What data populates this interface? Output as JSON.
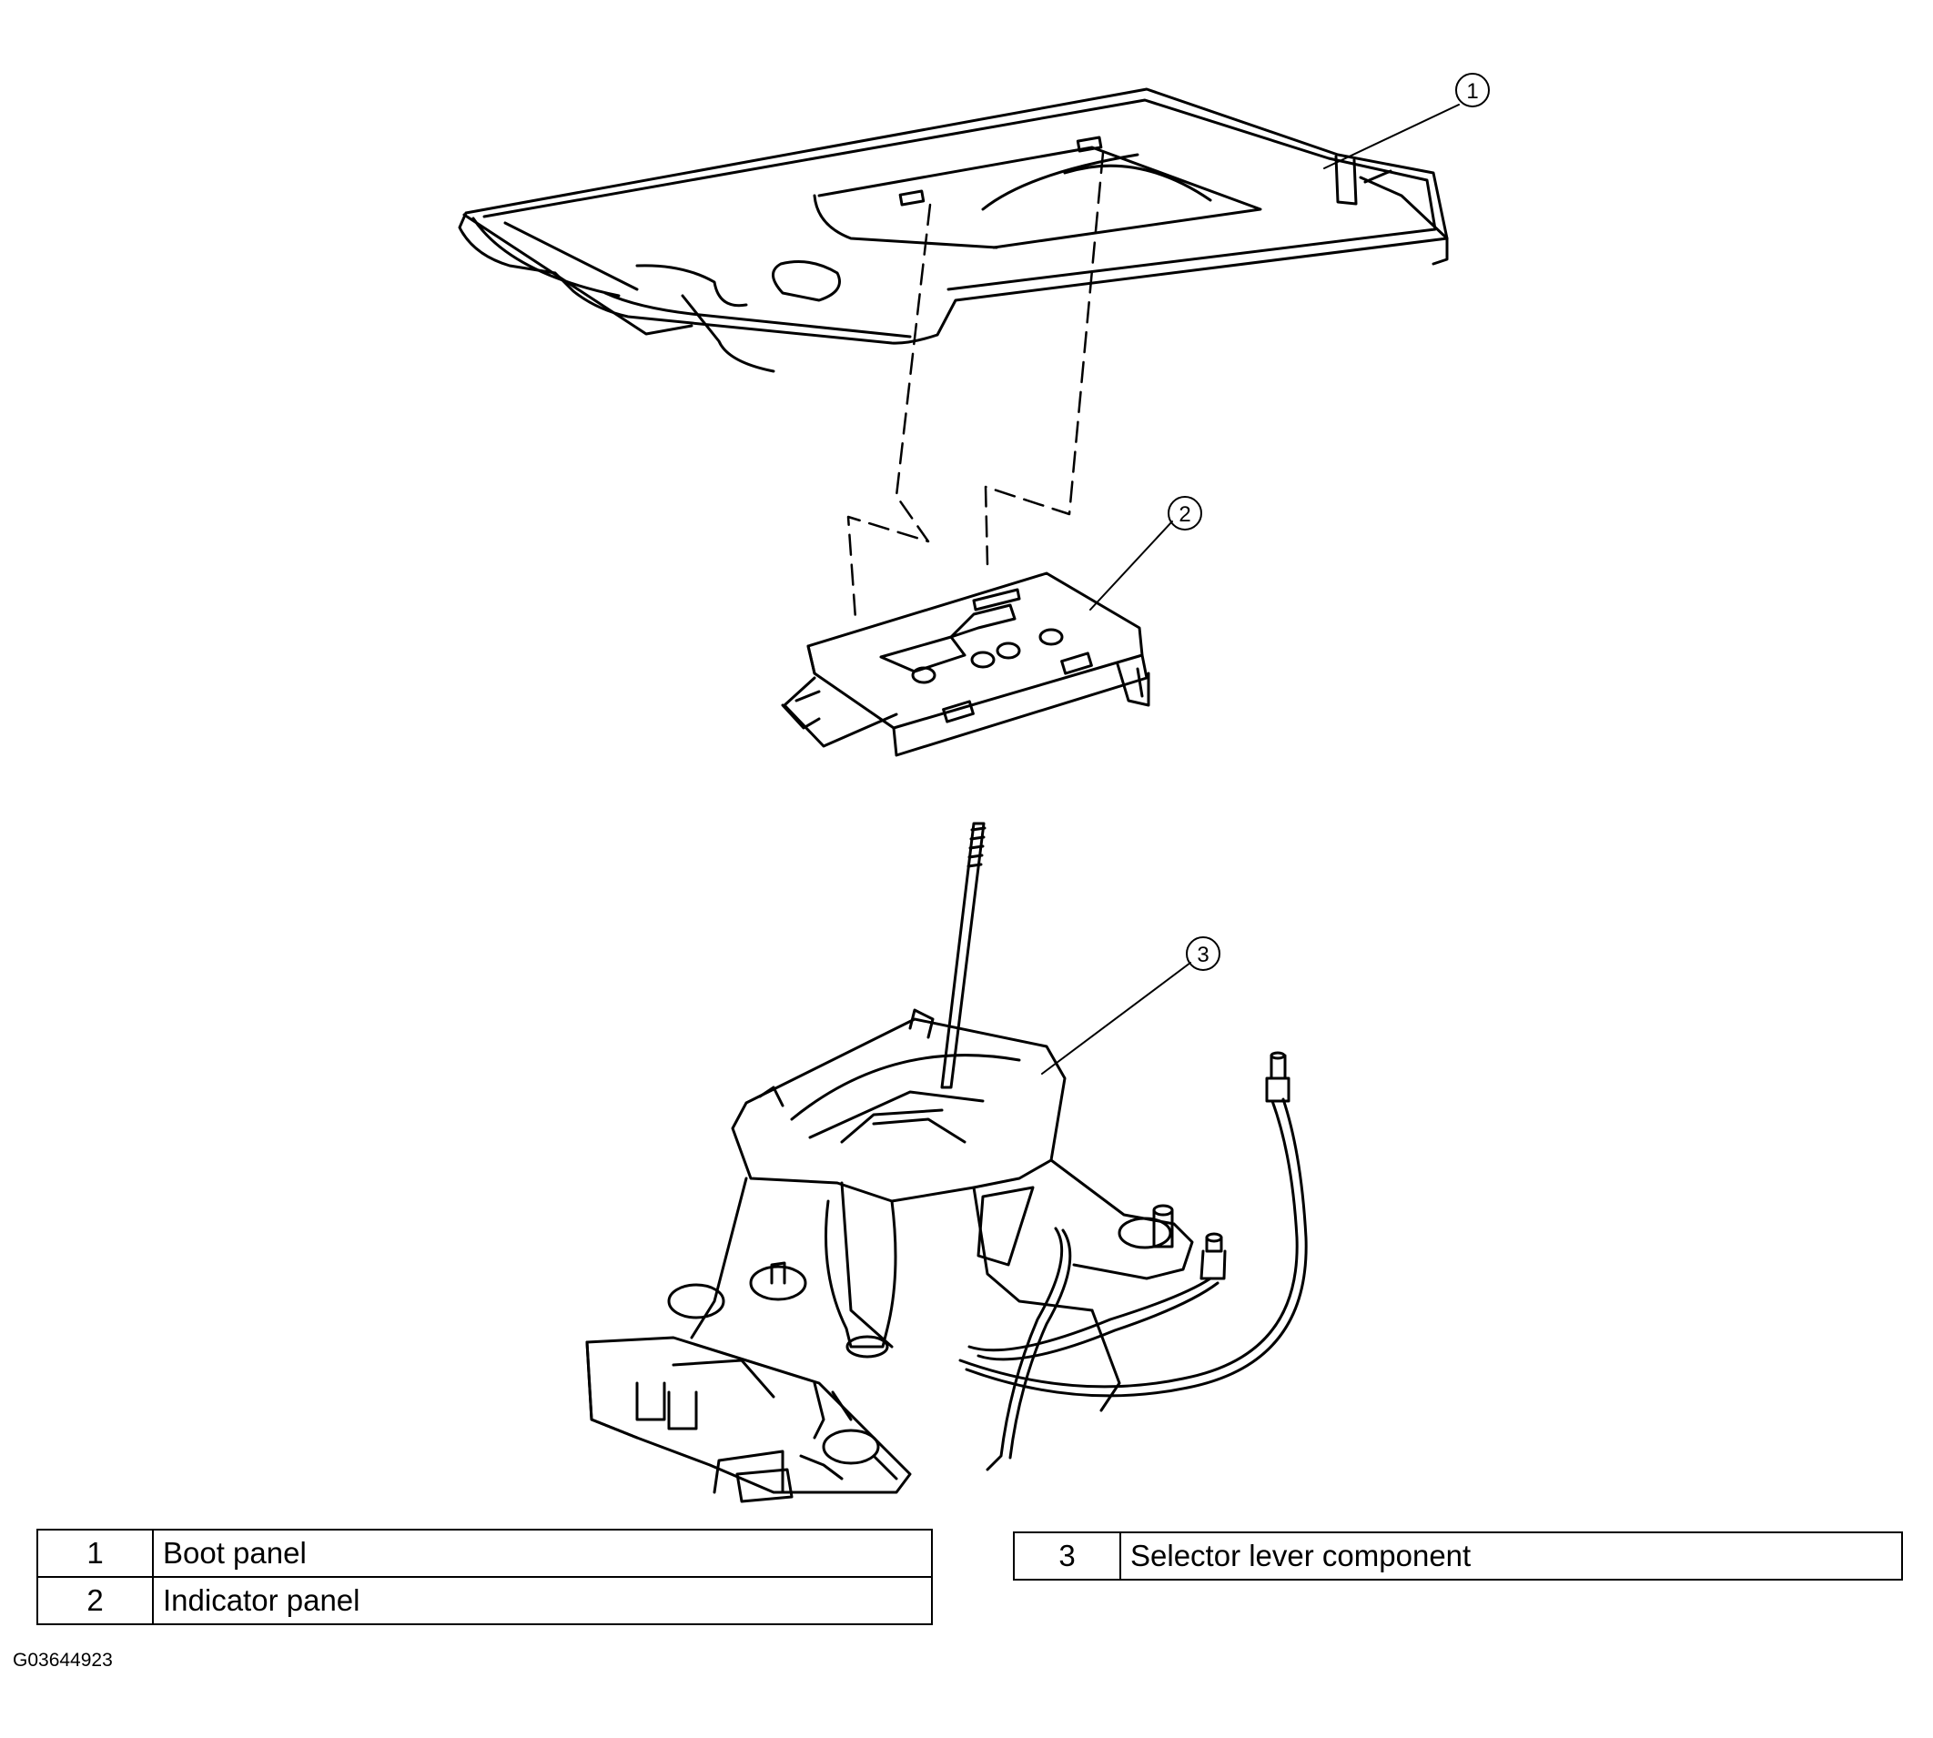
{
  "callouts": [
    {
      "number": "1"
    },
    {
      "number": "2"
    },
    {
      "number": "3"
    }
  ],
  "legend": {
    "left_rows": [
      {
        "number": "1",
        "label": "Boot panel"
      },
      {
        "number": "2",
        "label": "Indicator panel"
      }
    ],
    "right_rows": [
      {
        "number": "3",
        "label": "Selector lever component"
      }
    ]
  },
  "figure_code": "G03644923",
  "colors": {
    "line": "#000000",
    "background": "#ffffff"
  }
}
